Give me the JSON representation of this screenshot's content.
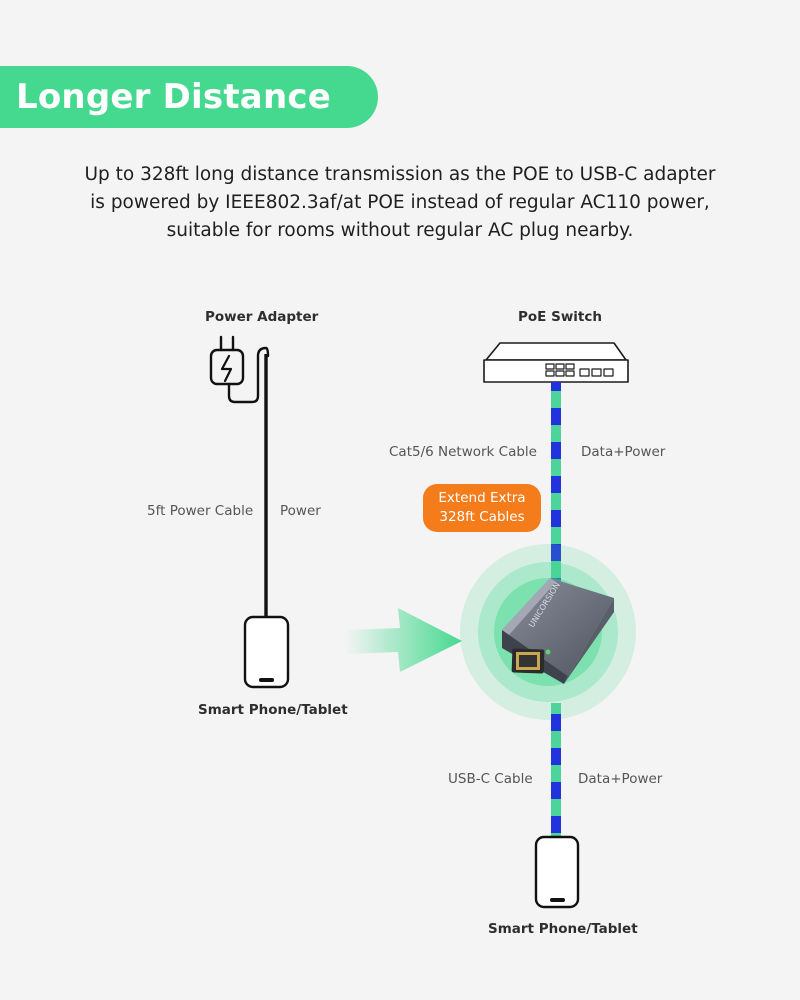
{
  "header": {
    "title": "Longer Distance"
  },
  "description": {
    "lines": [
      "Up to 328ft long distance transmission as the POE to USB-C adapter",
      "is powered by IEEE802.3af/at POE instead of regular AC110 power,",
      "suitable for rooms without regular AC plug nearby."
    ]
  },
  "left": {
    "top_label": "Power Adapter",
    "cable_label": "5ft Power Cable",
    "cable_role": "Power",
    "device_label": "Smart Phone/Tablet"
  },
  "right": {
    "top_label": "PoE Switch",
    "upper_cable_label": "Cat5/6 Network Cable",
    "upper_cable_role": "Data+Power",
    "badge_line1": "Extend Extra",
    "badge_line2": "328ft Cables",
    "adapter_brand": "UNICORSION",
    "lower_cable_label": "USB-C Cable",
    "lower_cable_role": "Data+Power",
    "device_label": "Smart Phone/Tablet"
  },
  "colors": {
    "accent_green": "#45d98f",
    "badge_orange": "#f47c1b",
    "cable_blue": "#2233dd",
    "cable_green": "#4cd49a",
    "text_dark": "#1f1f1f"
  },
  "icons": [
    "charger-plug-icon",
    "poe-switch-icon",
    "smartphone-icon",
    "usb-c-adapter-icon",
    "arrow-right-icon"
  ]
}
